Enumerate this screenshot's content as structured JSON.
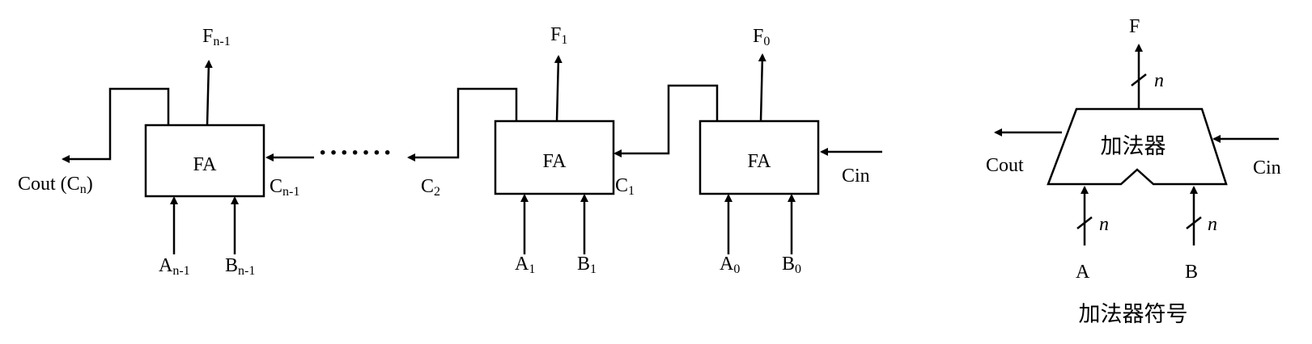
{
  "chain": {
    "fa_label": "FA",
    "stage_n1": {
      "out_main": "F",
      "out_sub": "n-1",
      "a_main": "A",
      "a_sub": "n-1",
      "b_main": "B",
      "b_sub": "n-1",
      "carry_in_main": "C",
      "carry_in_sub": "n-1",
      "carry_out_prefix": "Cout (C",
      "carry_out_sub": "n",
      "carry_out_suffix": ")"
    },
    "dots": "·······",
    "c2_main": "C",
    "c2_sub": "2",
    "stage_1": {
      "out_main": "F",
      "out_sub": "1",
      "a_main": "A",
      "a_sub": "1",
      "b_main": "B",
      "b_sub": "1",
      "carry_in_main": "C",
      "carry_in_sub": "1"
    },
    "stage_0": {
      "out_main": "F",
      "out_sub": "0",
      "a_main": "A",
      "a_sub": "0",
      "b_main": "B",
      "b_sub": "0",
      "carry_in": "Cin"
    }
  },
  "symbol": {
    "title": "加法器",
    "output": "F",
    "input_a": "A",
    "input_b": "B",
    "cout": "Cout",
    "cin": "Cin",
    "width_mark": "n",
    "caption": "加法器符号"
  }
}
